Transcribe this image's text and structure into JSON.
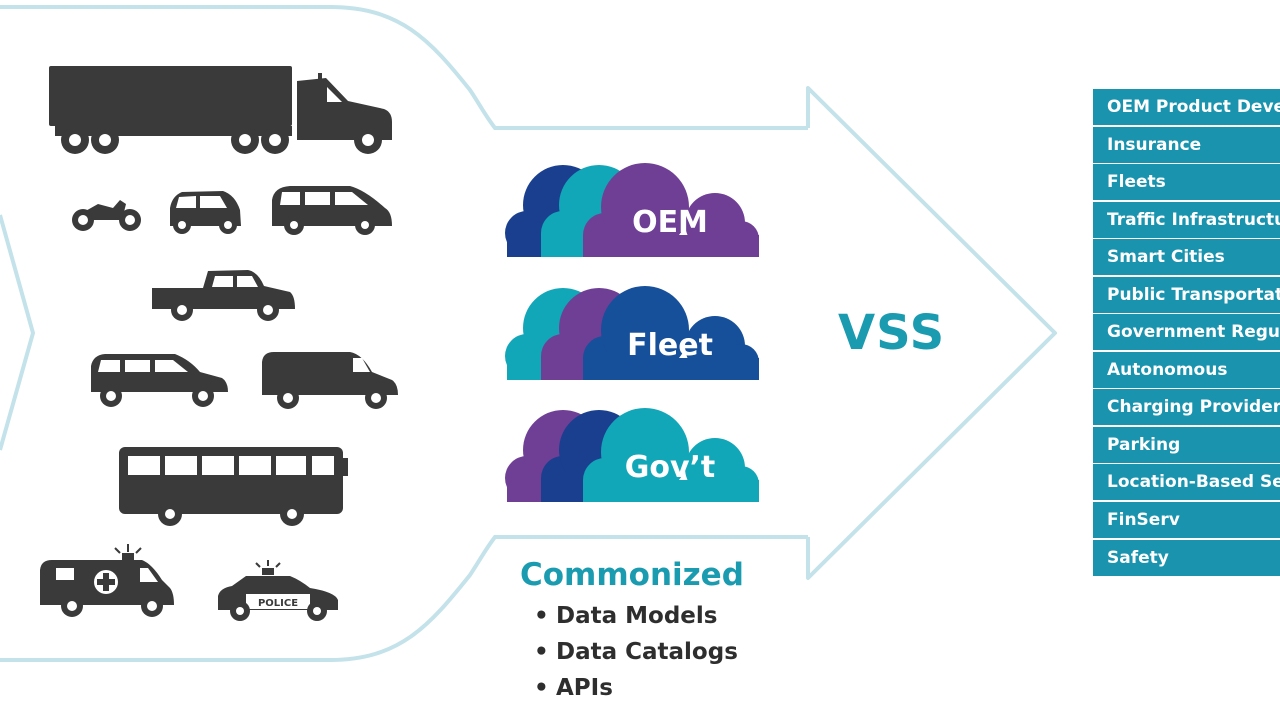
{
  "colors": {
    "outline": "#c4e2ea",
    "vehicle": "#3a3a3a",
    "teal": "#1a9bb0",
    "list_bg": "#1993ae",
    "cloud_purple": "#6f3f96",
    "cloud_blue": "#164f9a",
    "cloud_teal": "#12a7b8",
    "cloud_navy": "#1a3f8f"
  },
  "icons": [
    "truck-icon",
    "motorcycle-icon",
    "hatchback-icon",
    "minivan-icon",
    "pickup-icon",
    "suv-icon",
    "van-icon",
    "bus-icon",
    "ambulance-icon",
    "police-car-icon"
  ],
  "vehicles": {
    "police_text": "POLICE"
  },
  "clouds": [
    {
      "label": "OEM",
      "front": "purple"
    },
    {
      "label": "Fleet",
      "front": "blue"
    },
    {
      "label": "Gov’t",
      "front": "teal"
    }
  ],
  "center_label": "VSS",
  "commonized": {
    "title": "Commonized",
    "items": [
      "Data Models",
      "Data Catalogs",
      "APIs"
    ]
  },
  "industries": [
    "OEM Product Development",
    "Insurance",
    "Fleets",
    "Traffic Infrastructure",
    "Smart Cities",
    "Public Transportation",
    "Government Regulators",
    "Autonomous",
    "Charging Providers",
    "Parking",
    "Location-Based Services",
    "FinServ",
    "Safety"
  ]
}
